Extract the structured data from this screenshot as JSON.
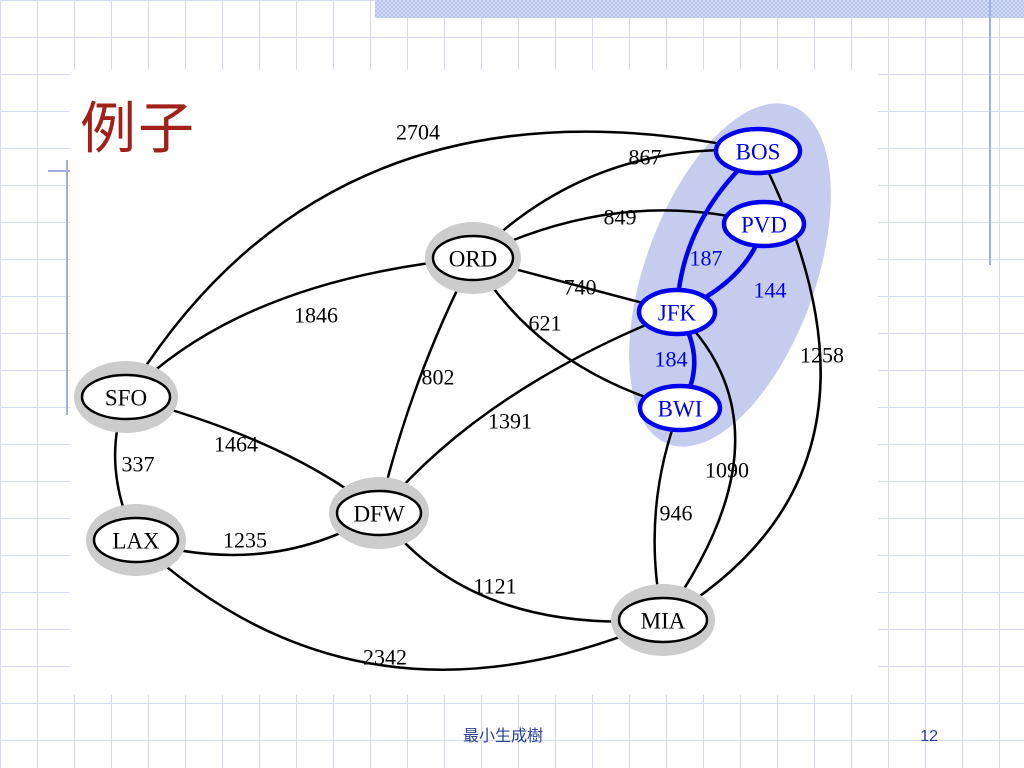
{
  "slide": {
    "title": "例子",
    "footer": "最小生成樹",
    "page_number": "12"
  },
  "graph": {
    "nodes": [
      {
        "id": "SFO",
        "label": "SFO",
        "in_tree": false
      },
      {
        "id": "LAX",
        "label": "LAX",
        "in_tree": false
      },
      {
        "id": "ORD",
        "label": "ORD",
        "in_tree": false
      },
      {
        "id": "DFW",
        "label": "DFW",
        "in_tree": false
      },
      {
        "id": "BOS",
        "label": "BOS",
        "in_tree": true
      },
      {
        "id": "PVD",
        "label": "PVD",
        "in_tree": true
      },
      {
        "id": "JFK",
        "label": "JFK",
        "in_tree": true
      },
      {
        "id": "BWI",
        "label": "BWI",
        "in_tree": true
      },
      {
        "id": "MIA",
        "label": "MIA",
        "in_tree": false
      }
    ],
    "edges": [
      {
        "from": "SFO",
        "to": "BOS",
        "weight": "2704",
        "in_tree": false
      },
      {
        "from": "ORD",
        "to": "BOS",
        "weight": "867",
        "in_tree": false
      },
      {
        "from": "ORD",
        "to": "PVD",
        "weight": "849",
        "in_tree": false
      },
      {
        "from": "ORD",
        "to": "JFK",
        "weight": "740",
        "in_tree": false
      },
      {
        "from": "ORD",
        "to": "BWI",
        "weight": "621",
        "in_tree": false
      },
      {
        "from": "SFO",
        "to": "ORD",
        "weight": "1846",
        "in_tree": false
      },
      {
        "from": "ORD",
        "to": "DFW",
        "weight": "802",
        "in_tree": false
      },
      {
        "from": "DFW",
        "to": "JFK",
        "weight": "1391",
        "in_tree": false
      },
      {
        "from": "SFO",
        "to": "LAX",
        "weight": "337",
        "in_tree": false
      },
      {
        "from": "SFO",
        "to": "DFW",
        "weight": "1464",
        "in_tree": false
      },
      {
        "from": "LAX",
        "to": "DFW",
        "weight": "1235",
        "in_tree": false
      },
      {
        "from": "DFW",
        "to": "MIA",
        "weight": "1121",
        "in_tree": false
      },
      {
        "from": "LAX",
        "to": "MIA",
        "weight": "2342",
        "in_tree": false
      },
      {
        "from": "BWI",
        "to": "MIA",
        "weight": "946",
        "in_tree": false
      },
      {
        "from": "JFK",
        "to": "MIA",
        "weight": "1090",
        "in_tree": false
      },
      {
        "from": "BOS",
        "to": "MIA",
        "weight": "1258",
        "in_tree": false
      },
      {
        "from": "BOS",
        "to": "JFK",
        "weight": "187",
        "in_tree": true
      },
      {
        "from": "PVD",
        "to": "JFK",
        "weight": "144",
        "in_tree": true
      },
      {
        "from": "JFK",
        "to": "BWI",
        "weight": "184",
        "in_tree": true
      }
    ],
    "colors": {
      "edge": "#000000",
      "tree_edge": "#0000ee",
      "node_fill": "#ffffff",
      "node_halo": "#cccccc",
      "cluster_fill": "#c6ccee"
    }
  }
}
